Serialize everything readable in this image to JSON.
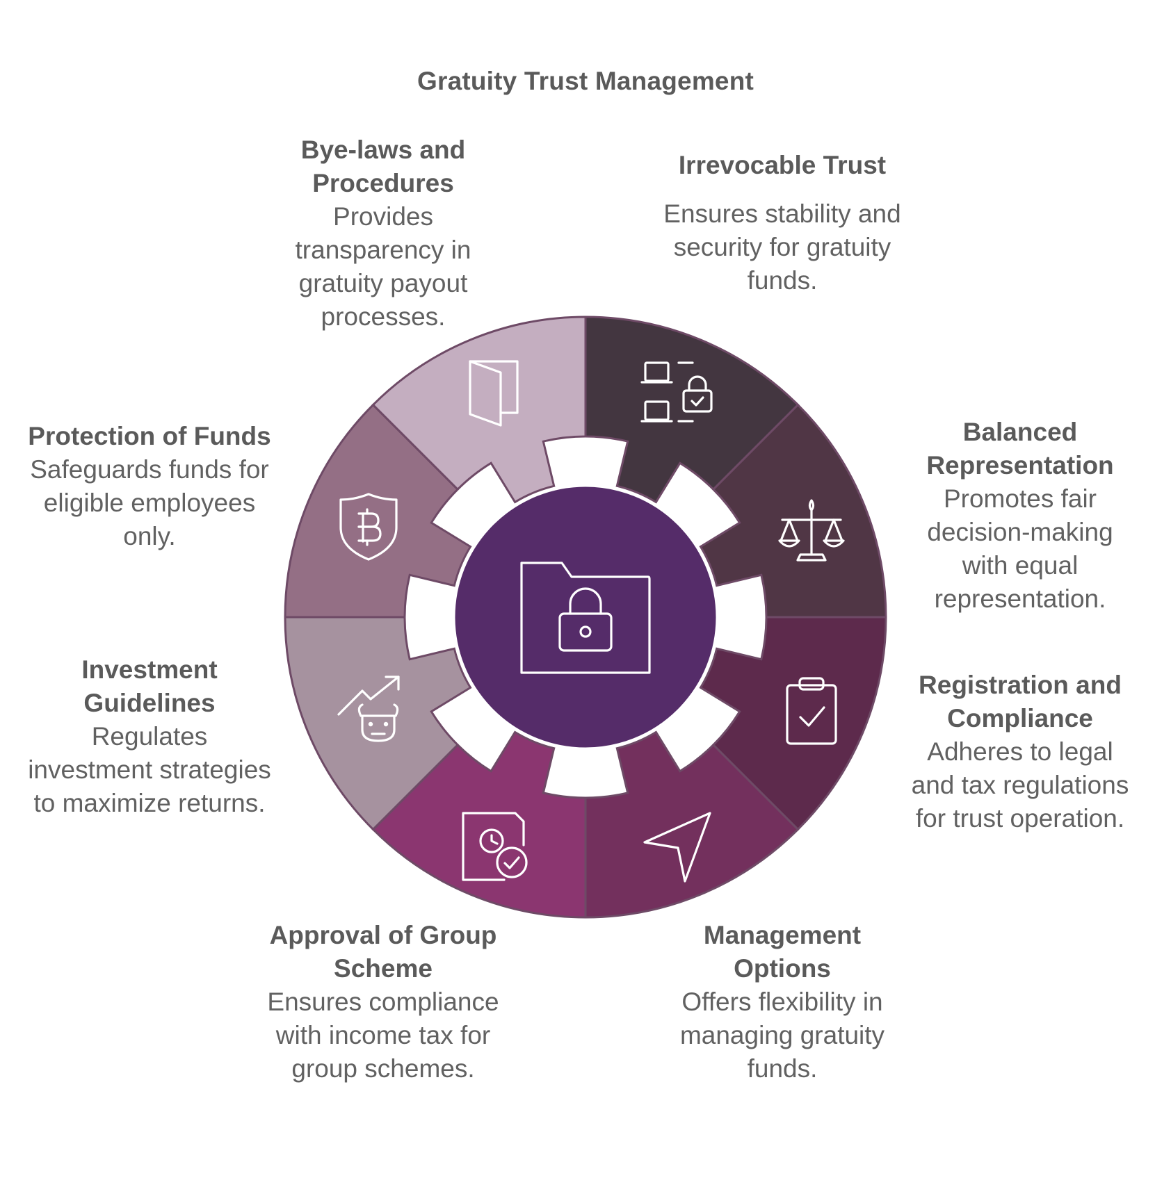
{
  "title": "Gratuity Trust Management",
  "center": {
    "icon": "locked-folder-icon"
  },
  "segments": [
    {
      "key": "irrevocable-trust",
      "title": "Irrevocable Trust",
      "description": "Ensures stability and security for gratuity funds.",
      "color": "#433640",
      "icon": "devices-lock-icon"
    },
    {
      "key": "balanced-representation",
      "title": "Balanced Representation",
      "description": "Promotes fair decision-making with equal representation.",
      "color": "#503645",
      "icon": "scales-icon"
    },
    {
      "key": "registration-and-compliance",
      "title": "Registration and Compliance",
      "description": "Adheres to legal and tax regulations for trust operation.",
      "color": "#5d2a4c",
      "icon": "clipboard-check-icon"
    },
    {
      "key": "management-options",
      "title": "Management Options",
      "description": "Offers flexibility in managing gratuity funds.",
      "color": "#73305d",
      "icon": "navigation-arrow-icon"
    },
    {
      "key": "approval-of-group-scheme",
      "title": "Approval of Group Scheme",
      "description": "Ensures compliance with income tax for group schemes.",
      "color": "#8b3670",
      "icon": "document-clock-check-icon"
    },
    {
      "key": "investment-guidelines",
      "title": "Investment Guidelines",
      "description": "Regulates investment strategies to maximize returns.",
      "color": "#a6929f",
      "icon": "bull-market-icon"
    },
    {
      "key": "protection-of-funds",
      "title": "Protection of Funds",
      "description": "Safeguards funds for eligible employees only.",
      "color": "#946f85",
      "icon": "bitcoin-shield-icon"
    },
    {
      "key": "bye-laws-and-procedures",
      "title": "Bye-laws and Procedures",
      "description": "Provides transparency in gratuity payout processes.",
      "color": "#c4aec0",
      "icon": "book-icon"
    }
  ],
  "colors": {
    "hub": "#552c69",
    "outline": "#6e4a66",
    "background": "#ffffff"
  }
}
